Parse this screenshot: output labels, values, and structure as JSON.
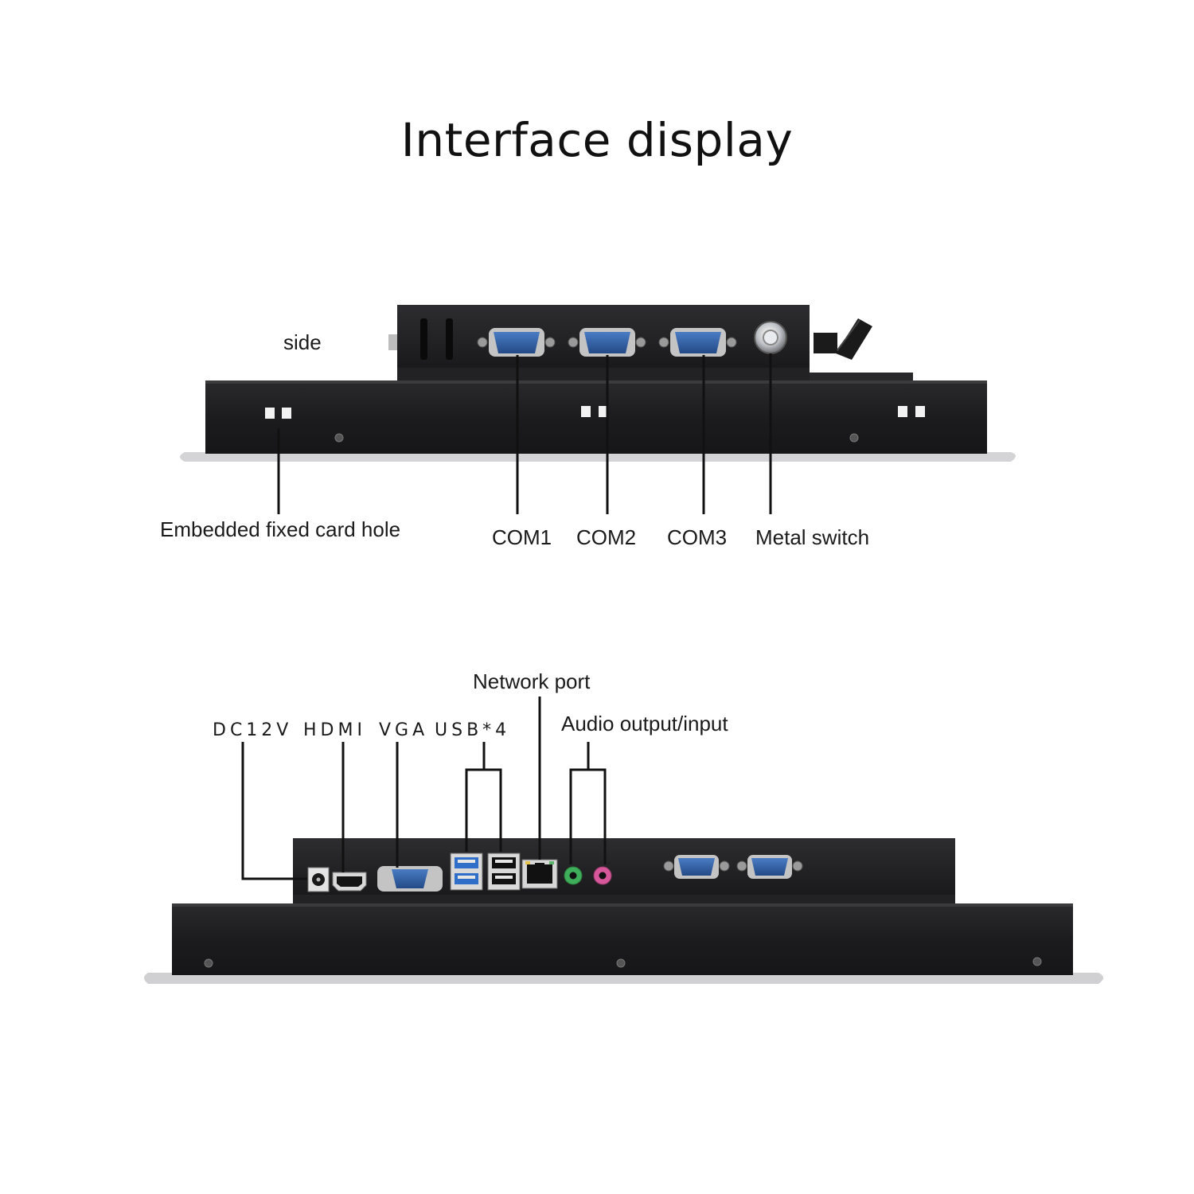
{
  "title": "Interface display",
  "side_view": {
    "heading": "side",
    "labels": {
      "card_hole": "Embedded fixed card hole",
      "com1": "COM1",
      "com2": "COM2",
      "com3": "COM3",
      "switch": "Metal switch"
    }
  },
  "bottom_view": {
    "labels": {
      "dc": "DC12V",
      "hdmi": "HDMI",
      "vga": "VGA",
      "usb": "USB*4",
      "network": "Network port",
      "audio": "Audio output/input"
    }
  },
  "colors": {
    "chassis": "#1f1f21",
    "chassis_edge": "#3a3a3c",
    "serial_port": "#2f5b9e",
    "audio_out": "#3fae5a",
    "audio_in": "#d6579a",
    "usb3": "#2f6fc9"
  }
}
